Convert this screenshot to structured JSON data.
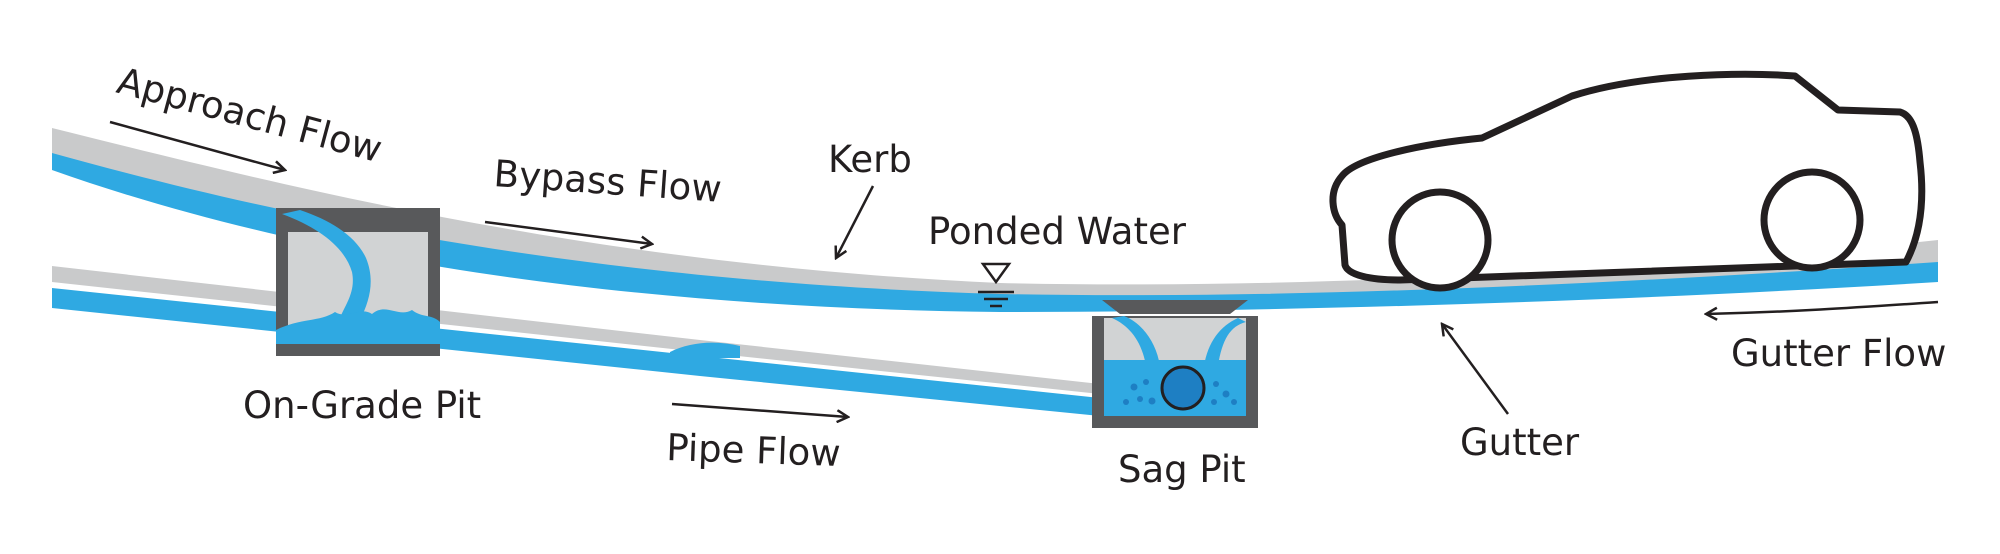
{
  "labels": {
    "approach_flow": "Approach Flow",
    "bypass_flow": "Bypass Flow",
    "kerb": "Kerb",
    "ponded_water": "Ponded Water",
    "on_grade_pit": "On-Grade Pit",
    "pipe_flow": "Pipe Flow",
    "sag_pit": "Sag Pit",
    "gutter": "Gutter",
    "gutter_flow": "Gutter Flow"
  },
  "colors": {
    "water": "#2fa9e2",
    "water_dark": "#1e7fc3",
    "kerb_grey": "#c9cacb",
    "pit_dark": "#58595b",
    "pit_fill": "#d1d3d4",
    "ink": "#231f20"
  }
}
